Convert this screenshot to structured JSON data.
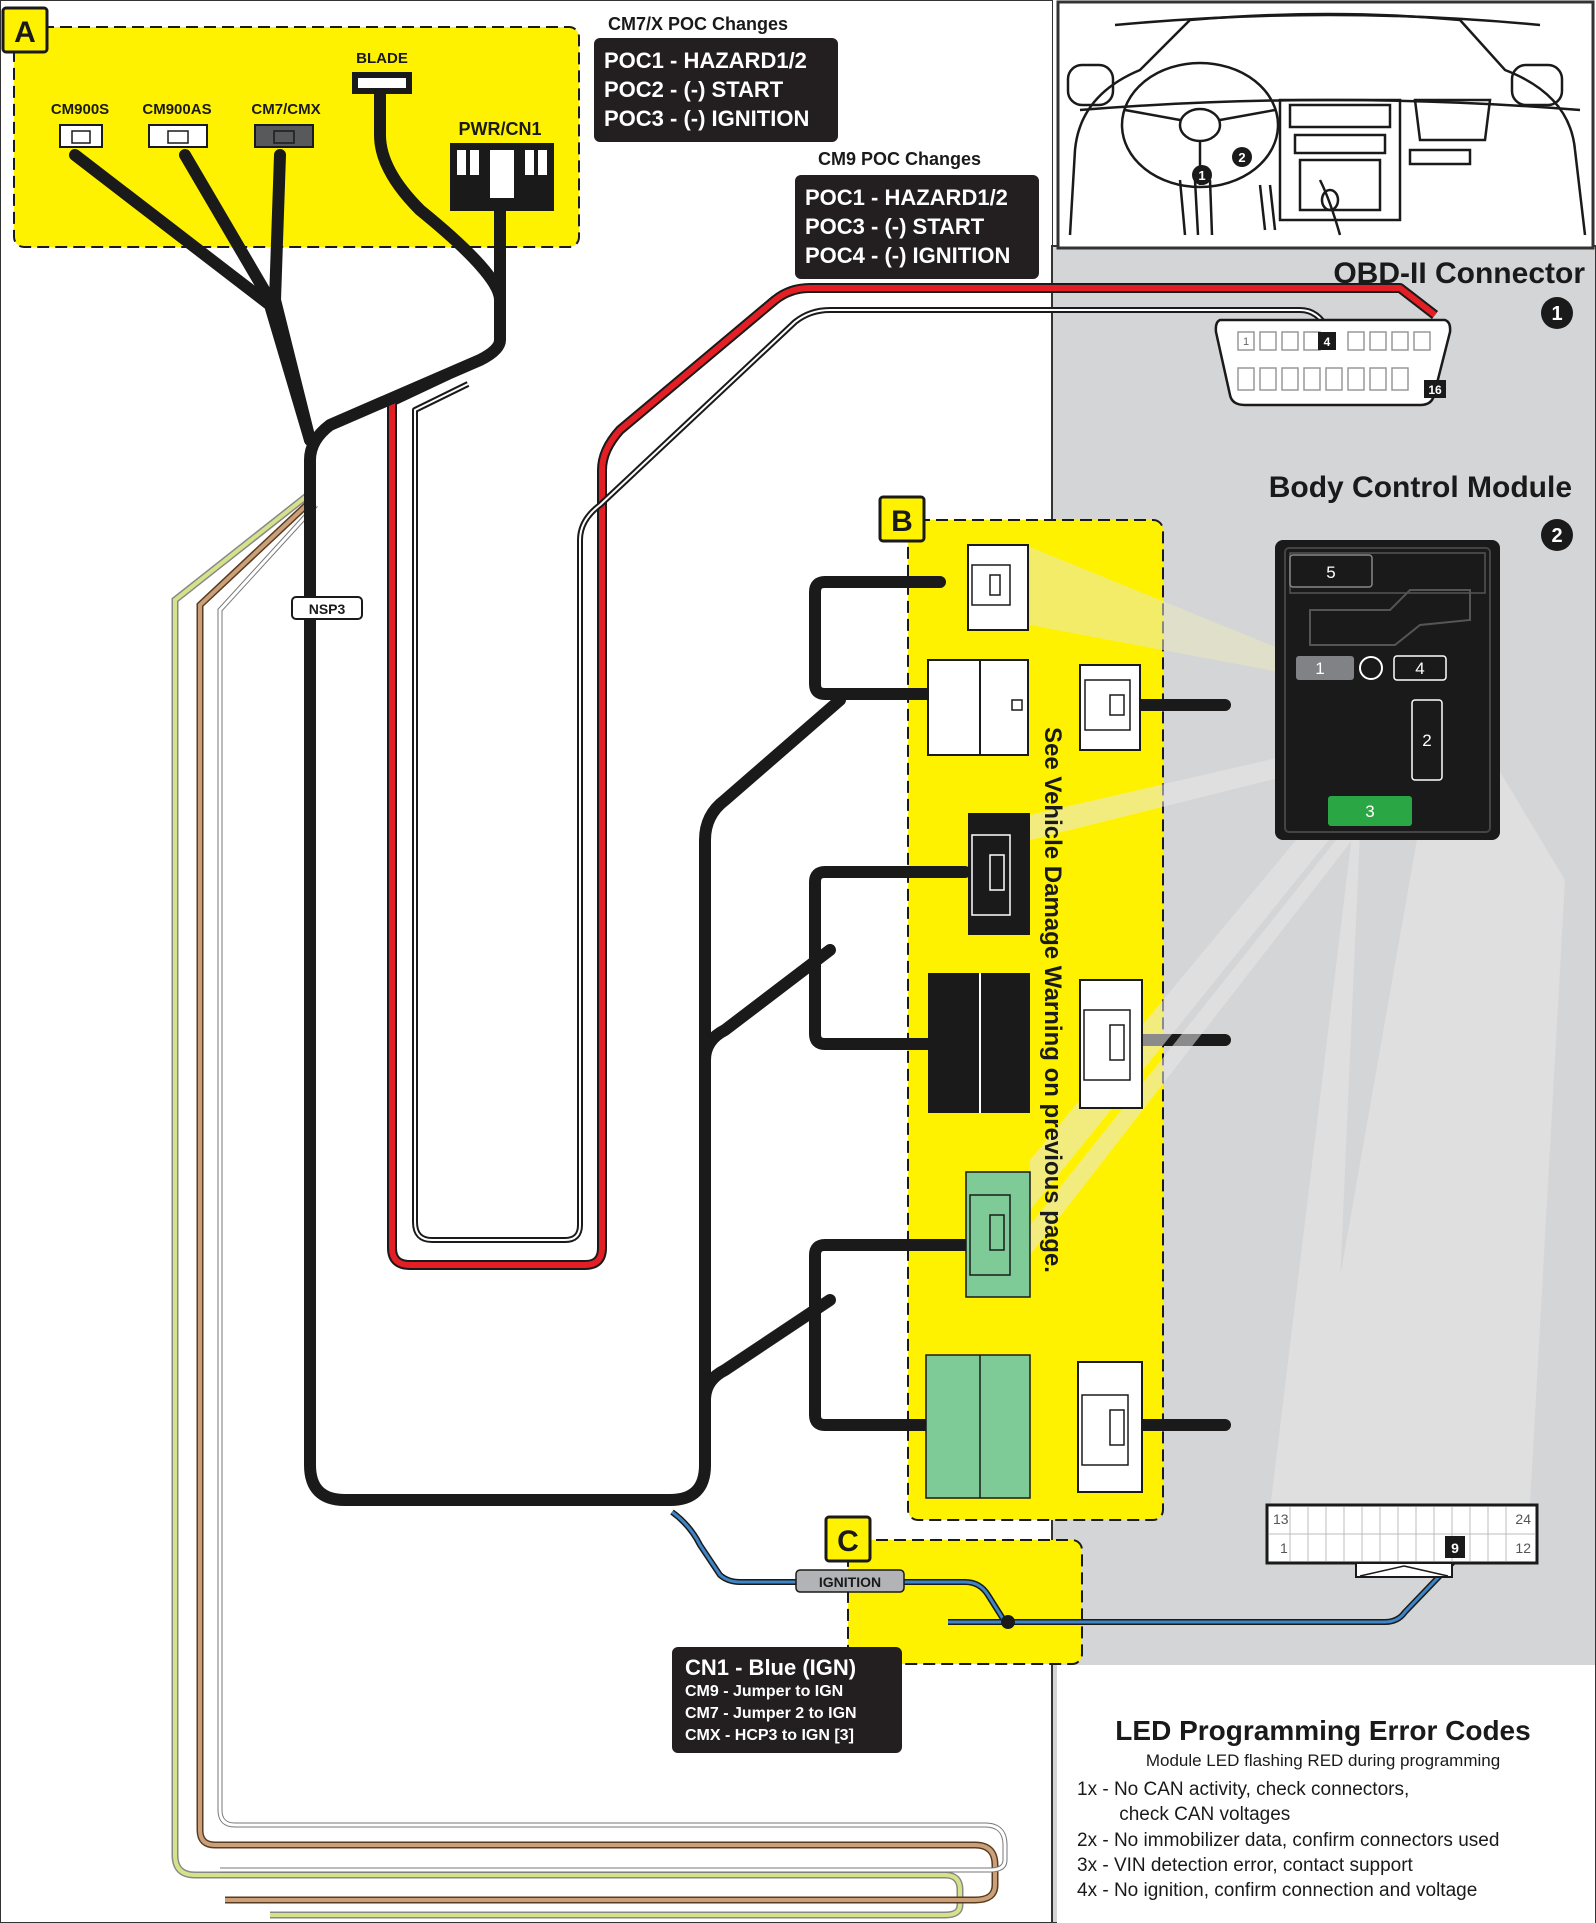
{
  "sections": {
    "a": "A",
    "b": "B",
    "c": "C"
  },
  "harness": {
    "connectors": [
      "CM900S",
      "CM900AS",
      "CM7/CMX",
      "BLADE",
      "PWR/CN1"
    ],
    "nsp_tag": "NSP3",
    "ignition_tag": "IGNITION"
  },
  "poc": {
    "cm7x_title": "CM7/X POC Changes",
    "cm7x_lines": [
      "POC1 - HAZARD1/2",
      "POC2 - (-) START",
      "POC3 - (-) IGNITION"
    ],
    "cm9_title": "CM9 POC Changes",
    "cm9_lines": [
      "POC1 - HAZARD1/2",
      "POC3 - (-) START",
      "POC4 - (-) IGNITION"
    ]
  },
  "obd": {
    "title": "OBD-II Connector",
    "marker": "1",
    "pins": {
      "first": "1",
      "ground": "4",
      "power": "16"
    }
  },
  "bcm": {
    "title": "Body Control Module",
    "marker": "2",
    "ports": [
      "1",
      "2",
      "3",
      "4",
      "5"
    ],
    "plug_pins": {
      "top_left": "13",
      "top_right": "24",
      "bottom_left": "1",
      "bottom_right": "12",
      "ign_pin": "9"
    }
  },
  "dash_markers": [
    "1",
    "2"
  ],
  "warning_text": "See Vehicle Damage Warning on previous page.",
  "cn1": {
    "title": "CN1 - Blue (IGN)",
    "lines": [
      "CM9 - Jumper to IGN",
      "CM7 - Jumper 2 to IGN",
      "CMX - HCP3 to IGN [3]"
    ]
  },
  "led_codes": {
    "title": "LED Programming Error Codes",
    "subtitle": "Module LED flashing RED during programming",
    "lines": [
      "1x - No CAN activity, check connectors,",
      "        check CAN voltages",
      "2x - No immobilizer data, confirm connectors used",
      "3x - VIN detection error, contact support",
      "4x - No ignition, confirm connection and voltage"
    ]
  },
  "colors": {
    "yellow": "#fff200",
    "panel_gray": "#d4d5d7",
    "red_wire": "#e31e24",
    "blue_wire": "#1f6fb5",
    "green_connector": "#7ecb98",
    "bright_green": "#2aa744",
    "black": "#1a1a1a"
  }
}
